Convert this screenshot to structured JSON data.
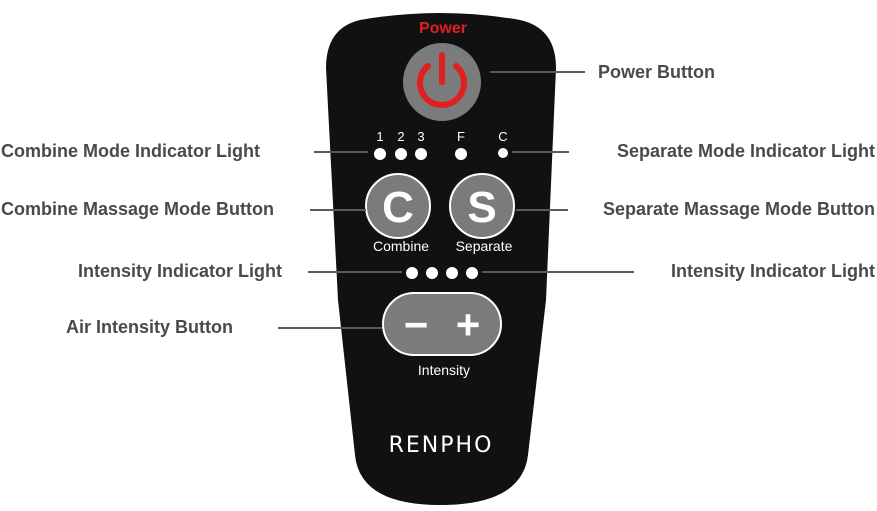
{
  "remote": {
    "power_label": "Power",
    "mode_numbers": [
      "1",
      "2",
      "3"
    ],
    "mode_letters": [
      "F",
      "C"
    ],
    "combine_button": {
      "glyph": "C",
      "label": "Combine"
    },
    "separate_button": {
      "glyph": "S",
      "label": "Separate"
    },
    "intensity_minus": "−",
    "intensity_plus": "+",
    "intensity_label": "Intensity",
    "brand": "RENPHO"
  },
  "callouts": {
    "power_button": "Power Button",
    "combine_indicator": "Combine Mode Indicator Light",
    "separate_indicator": "Separate Mode Indicator Light",
    "combine_button": "Combine Massage Mode Button",
    "separate_button": "Separate Massage Mode Button",
    "intensity_indicator_left": "Intensity Indicator Light",
    "intensity_indicator_right": "Intensity Indicator Light",
    "air_intensity_button": "Air Intensity Button"
  },
  "colors": {
    "body": "#111111",
    "button_gray": "#7b7b7b",
    "power_red": "#e02020",
    "label_gray": "#4a4a4a",
    "led": "#ffffff"
  }
}
